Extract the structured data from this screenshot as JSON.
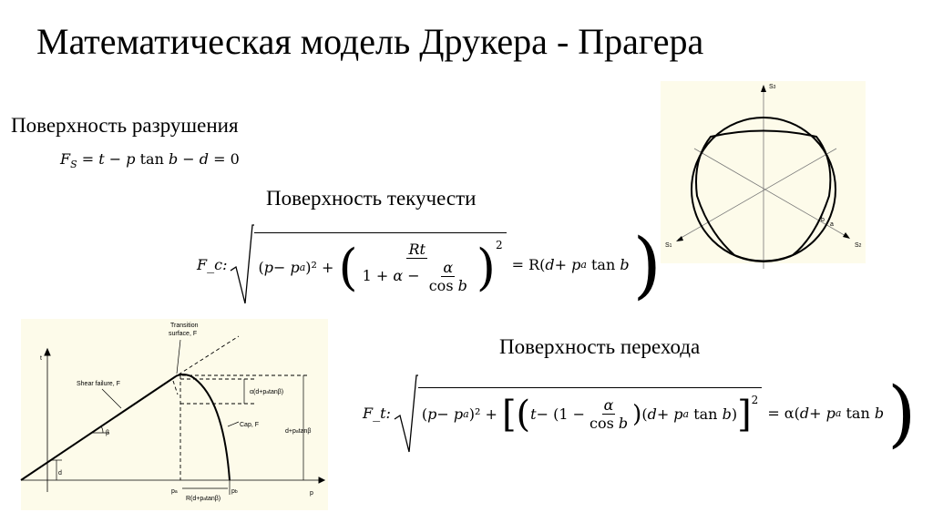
{
  "title": "Математическая модель Друкера - Прагера",
  "sections": {
    "failure": {
      "heading": "Поверхность разрушения",
      "equation": "F_S = t − p tan b − d = 0"
    },
    "yield": {
      "heading": "Поверхность текучести",
      "equation_lhs": "F_c:",
      "equation": "√((p − p_a)² + (Rt / (1 + α − α/cos b))²) = R(d + p_a tan b"
    },
    "transition": {
      "heading": "Поверхность перехода",
      "equation_lhs": "F_t:",
      "equation": "√((p − p_a)² + [(t − (1 − α/cos b))(d + p_a tan b)]²) = α(d + p_a tan b"
    }
  },
  "diagram_pt": {
    "labels": {
      "t_axis": "t",
      "p_axis": "p",
      "shear": "Shear failure, F",
      "shear_sub": "S",
      "transition": "Transition",
      "transition2": "surface, F",
      "transition_sub": "t",
      "cap": "Cap, F",
      "cap_sub": "c",
      "beta": "β",
      "d": "d",
      "alpha_dim": "α(d+p",
      "alpha_dim_end": "tanβ)",
      "height_dim": "d+p",
      "height_dim_end": "tanβ",
      "pa": "p",
      "pa_sub": "a",
      "pb": "p",
      "pb_sub": "b",
      "r_dim": "R(d+p",
      "r_dim_end": "tanβ)",
      "a_sub": "a"
    }
  },
  "diagram_pi": {
    "labels": {
      "s1": "S",
      "s1_sub": "1",
      "s2": "S",
      "s2_sub": "2",
      "s3": "S",
      "s3_sub": "3",
      "a": "a",
      "b": "b"
    }
  },
  "colors": {
    "figure_bg": "#fdfbea"
  }
}
